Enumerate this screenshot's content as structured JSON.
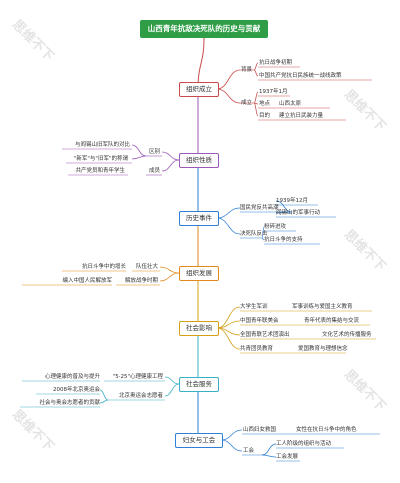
{
  "title": "山西青年抗敌决死队的历史与贡献",
  "watermark": "思维不下",
  "topics": [
    {
      "label": "组织成立",
      "color": "#c94a4a"
    },
    {
      "label": "组织性质",
      "color": "#9b59b6"
    },
    {
      "label": "历史事件",
      "color": "#2f7fd4"
    },
    {
      "label": "组织发展",
      "color": "#e08a1e"
    },
    {
      "label": "社会影响",
      "color": "#d4a017"
    },
    {
      "label": "社会服务",
      "color": "#3bb0c4"
    },
    {
      "label": "妇女与工会",
      "color": "#2f7fd4"
    }
  ],
  "nodes": {
    "beijing": "背景",
    "kangri": "抗日战争初期",
    "zhonggong": "中国共产党抗日民族统一战线政策",
    "chengli": "成立",
    "date1937": "1937年1月",
    "didian": "地点",
    "shanxi_taiyuan": "山西太原",
    "mudi": "目的",
    "jianli": "建立抗日武装力量",
    "yu_yanxishan": "与阎锡山旧军队的对比",
    "qubie": "区别",
    "xinjun_jiujun": "\"新军\"与\"旧军\"的称谓",
    "gongchandang": "共产党员和青年学生",
    "chengyuan": "成员",
    "guomindang": "国民党反共高潮",
    "date1939": "1939年12月",
    "yanxishan_jundui": "阎锡山的军事行动",
    "juesidui_fanji": "决死队反击",
    "fensui": "粉碎进攻",
    "kangri_zhicheng": "抗日斗争的支持",
    "kangri_douzheng": "抗日斗争中的增长",
    "duiwu": "队伍壮大",
    "bianru": "编入中国人民解放军",
    "jiefang": "解放战争时期",
    "daxuesheng": "大学生军训",
    "junshi": "军事训练与爱国主义教育",
    "zhongguo_qingnian": "中国青年联美会",
    "qingnian_daibiao": "青年代表的集结与交流",
    "quanguo_qingnian": "全国青联艺术团演出",
    "wenhua": "文化艺术的传播服务",
    "gongqingtuan": "共青团员教育",
    "aiguo": "爱国教育与理想信念",
    "xinli": "心理健康的普及与提升",
    "shiwu": "\"5·25\"心理健康工程",
    "beijing_aoyun": "北京奥运会志愿者",
    "2008": "2008年北京奥运会",
    "shehui_zhiyuan": "社会与奥会志愿者的贡献",
    "shanxi_funu": "山西妇女救国",
    "funu_kangri": "女性在抗日斗争中的角色",
    "gonghui": "工会",
    "gongren": "工人阶级的组织与活动",
    "gongren_yundong": "工会发展"
  }
}
